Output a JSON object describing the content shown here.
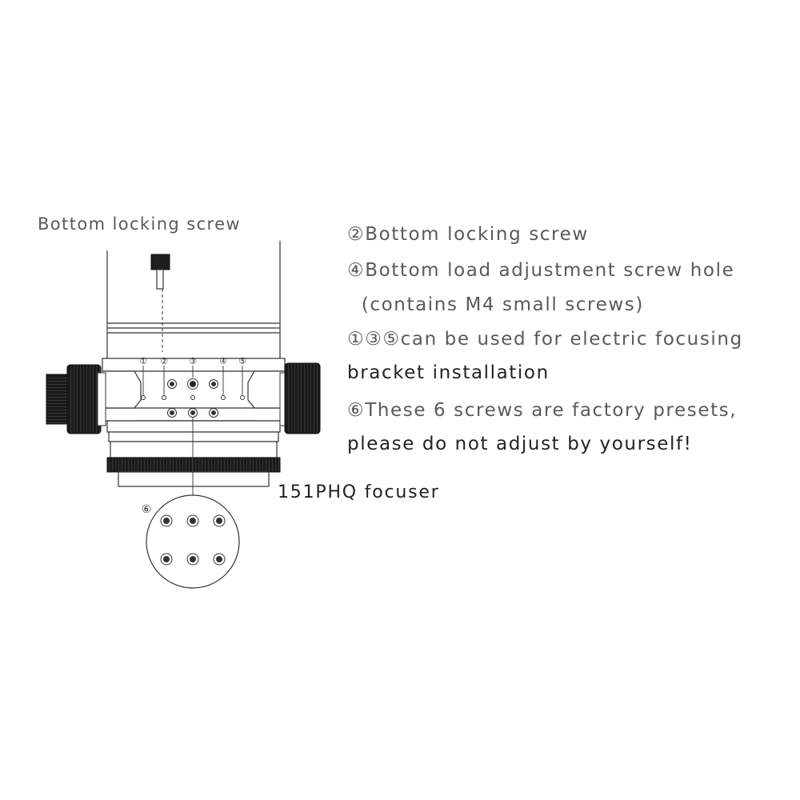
{
  "labels": {
    "bottom_locking_screw": "Bottom locking screw",
    "focuser": "151PHQ focuser"
  },
  "notes": [
    "②Bottom locking screw",
    "④Bottom load adjustment screw hole",
    "  (contains M4 small screws)",
    "①③⑤can be used for electric focusing",
    "bracket installation",
    "⑥These 6 screws are factory presets,",
    "please do not adjust by yourself!"
  ],
  "markers": {
    "m1": "①",
    "m2": "②",
    "m3": "③",
    "m4": "④",
    "m5": "⑤",
    "m6": "⑥"
  },
  "colors": {
    "line": "#333333",
    "text_light": "#5a5a5a",
    "text_dark": "#222222"
  }
}
